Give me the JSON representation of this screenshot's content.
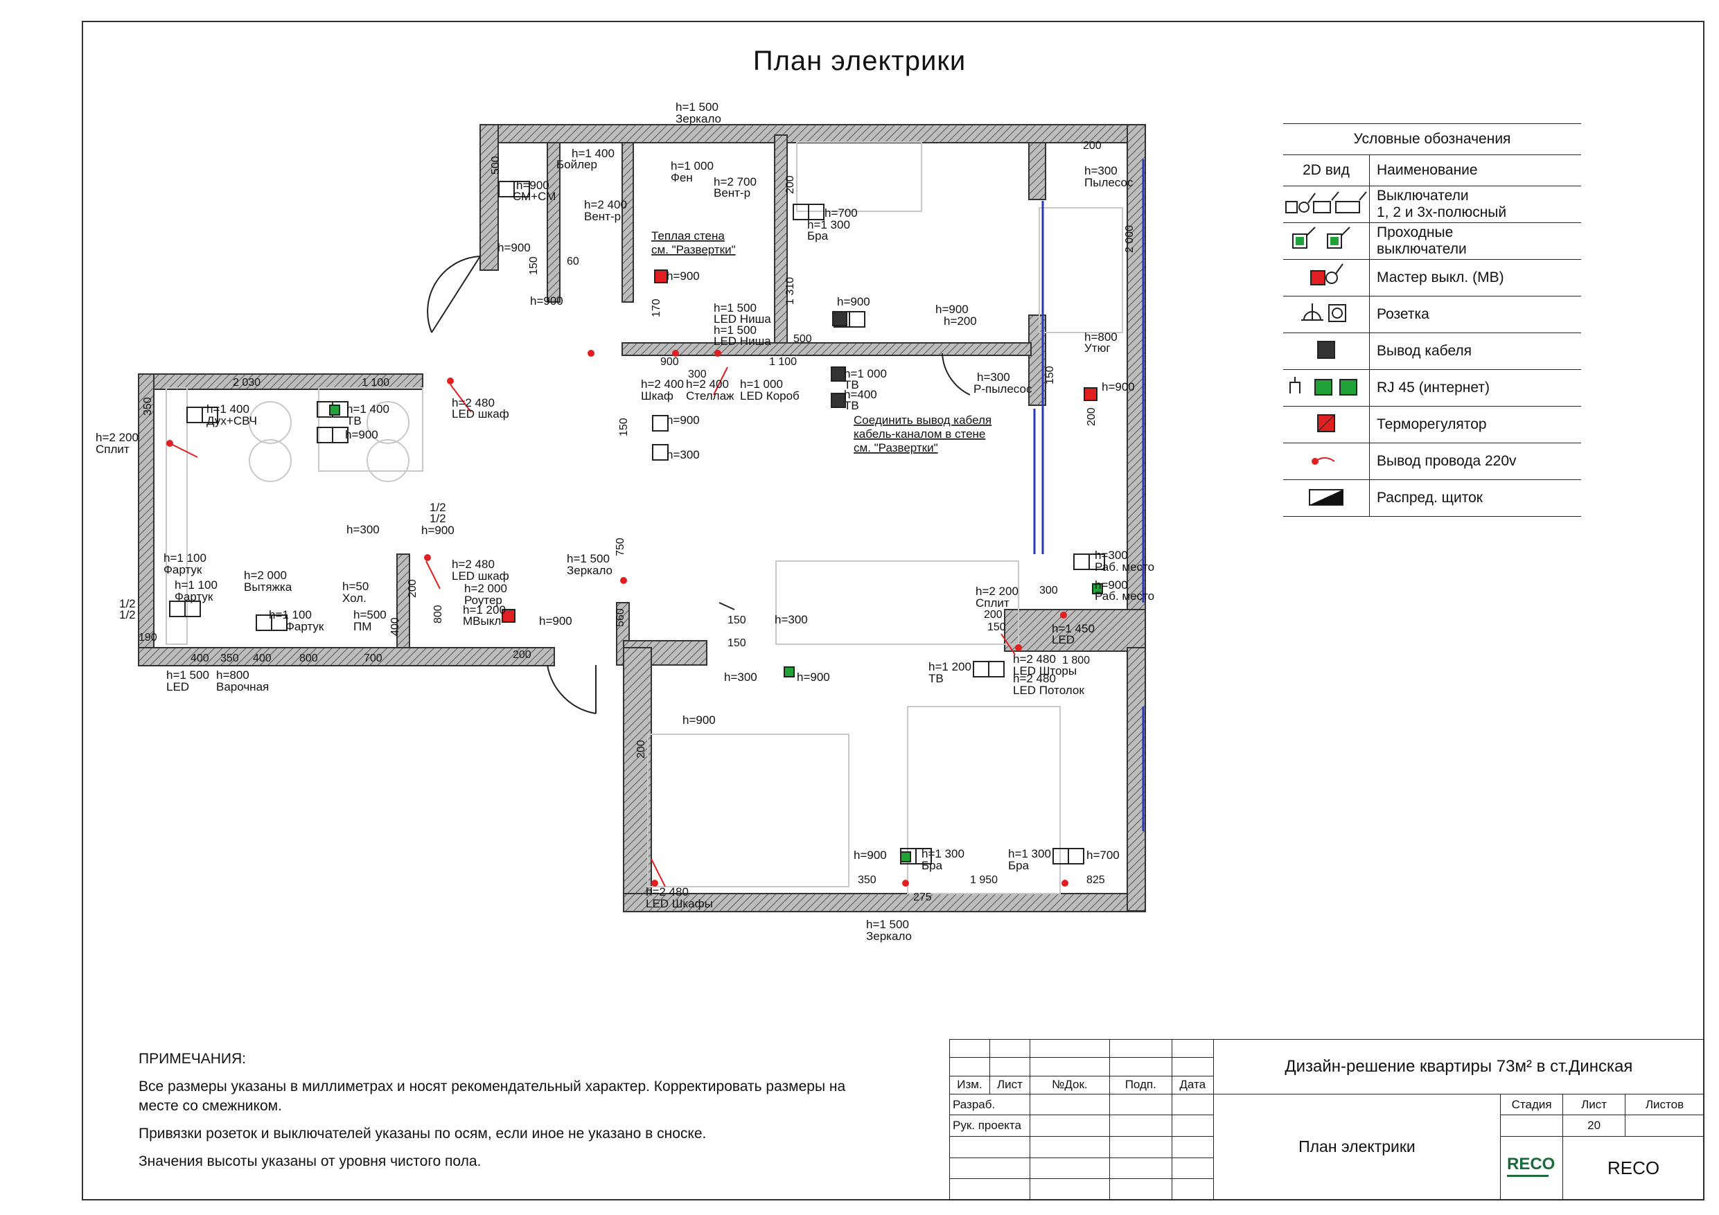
{
  "title": "План электрики",
  "legend": {
    "caption": "Условные обозначения",
    "col_view": "2D вид",
    "col_name": "Наименование",
    "items": [
      {
        "icon": "switch-icon",
        "name": "Выключатели\n1, 2 и 3х-полюсный"
      },
      {
        "icon": "pass-switch-icon",
        "name": "Проходные\nвыключатели"
      },
      {
        "icon": "master-switch-icon",
        "name": "Мастер выкл. (МВ)"
      },
      {
        "icon": "socket-icon",
        "name": "Розетка"
      },
      {
        "icon": "cable-outlet-icon",
        "name": "Вывод кабеля"
      },
      {
        "icon": "rj45-icon",
        "name": "RJ 45 (интернет)"
      },
      {
        "icon": "thermostat-icon",
        "name": "Терморегулятор"
      },
      {
        "icon": "wire-220v-icon",
        "name": "Вывод провода 220v"
      },
      {
        "icon": "distribution-panel-icon",
        "name": "Распред. щиток"
      }
    ],
    "colors": {
      "green": "#22a33a",
      "red": "#e02020",
      "dark": "#333333"
    }
  },
  "notes": {
    "heading": "ПРИМЕЧАНИЯ:",
    "items": [
      "Все размеры указаны в миллиметрах и носят рекомендательный характер. Корректировать размеры на месте со смежником.",
      "Привязки розеток и выключателей указаны по осям, если иное не указано в сноске.",
      "Значения высоты указаны от уровня чистого пола."
    ]
  },
  "stamp": {
    "cols": [
      "Изм.",
      "Лист",
      "№Док.",
      "Подп.",
      "Дата"
    ],
    "rows": [
      "Разраб.",
      "Рук. проекта"
    ],
    "project": "Дизайн-решение квартиры 73м² в ст.Динская",
    "sheet_name": "План электрики",
    "stage_label": "Стадия",
    "sheet_label": "Лист",
    "sheets_label": "Листов",
    "sheet_no": "20",
    "logo_text": "RECO",
    "company": "RECO"
  },
  "plan": {
    "labels": [
      "h=1 500",
      "Зеркало",
      "h=1 400",
      "Бойлер",
      "h=900",
      "СМ+СМ",
      "h=1 000",
      "Фен",
      "h=2 700",
      "Вент-р",
      "h=2 400",
      "Вент-р",
      "Теплая стена",
      "см. \"Развертки\"",
      "h=900",
      "h=900",
      "h=900",
      "h=700",
      "h=1 300",
      "Бра",
      "h=900",
      "h=1 500",
      "LED Ниша",
      "h=1 500",
      "LED Ниша",
      "h=900",
      "h=200",
      "h=300",
      "Пылесос",
      "h=800",
      "Утюг",
      "h=300",
      "Р-пылесос",
      "h=900",
      "h=2 400",
      "Шкаф",
      "h=2 400",
      "Стеллаж",
      "h=1 000",
      "LED Короб",
      "h=1 000",
      "ТВ",
      "h=400",
      "ТВ",
      "Соединить вывод кабеля",
      "кабель-каналом в стене",
      "см. \"Развертки\"",
      "h=900",
      "h=300",
      "h=1 400",
      "Дух+СВЧ",
      "h=1 400",
      "ТВ",
      "h=900",
      "h=2 480",
      "LED шкаф",
      "h=2 200",
      "Сплит",
      "h=300",
      "1/2",
      "1/2",
      "h=900",
      "h=2 480",
      "LED шкаф",
      "h=2 000",
      "Роутер",
      "h=1 200",
      "МВыкл",
      "h=900",
      "h=1 500",
      "Зеркало",
      "h=1 100",
      "Фартук",
      "h=1 100",
      "Фартук",
      "h=2 000",
      "Вытяжка",
      "h=1 100",
      "Фартук",
      "h=50",
      "Хол.",
      "h=500",
      "ПМ",
      "1/2",
      "1/2",
      "h=1 500",
      "LED",
      "h=800",
      "Варочная",
      "h=300",
      "h=300",
      "h=900",
      "h=2 200",
      "Сплит",
      "h=1 450",
      "LED",
      "h=300",
      "Раб. место",
      "h=900",
      "Раб. место",
      "h=1 200",
      "ТВ",
      "h=2 480",
      "LED Шторы",
      "h=2 480",
      "LED Потолок",
      "h=900",
      "h=900",
      "h=1 300",
      "Бра",
      "h=1 300",
      "Бра",
      "h=700",
      "h=2 480",
      "LED Шкафы",
      "h=1 500",
      "Зеркало"
    ],
    "dims": [
      "200",
      "500",
      "150",
      "60",
      "170",
      "200",
      "1 310",
      "2 000",
      "150",
      "200",
      "900",
      "300",
      "1 100",
      "150",
      "500",
      "2 030",
      "1 100",
      "350",
      "750",
      "560",
      "200",
      "800",
      "400",
      "190",
      "400",
      "350",
      "400",
      "800",
      "700",
      "200",
      "150",
      "150",
      "200",
      "150",
      "300",
      "1 800",
      "200",
      "350",
      "1 950",
      "825",
      "275"
    ]
  }
}
